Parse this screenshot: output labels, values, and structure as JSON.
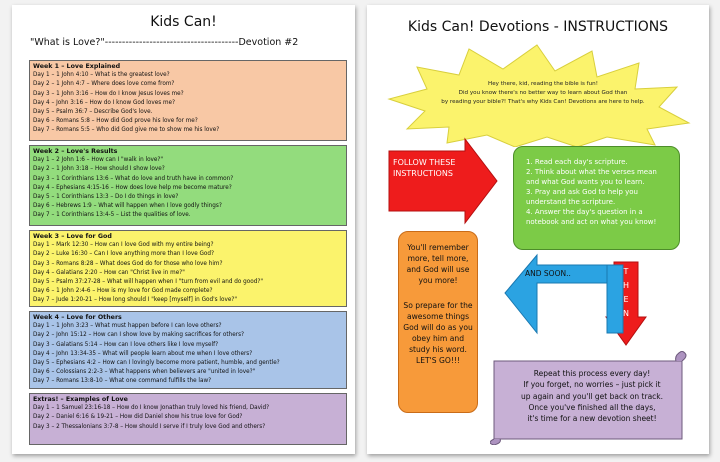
{
  "left": {
    "title": "Kids Can!",
    "subtitle": "\"What is Love?\"",
    "dashes": "---------------------------------------",
    "devotion": "Devotion #2",
    "weeks": [
      {
        "title": "Week 1 – Love Explained",
        "days": [
          "Day 1 – 1 John 4:10 – What is the greatest love?",
          "Day 2 – 1 John 4:7 – Where does love come from?",
          "Day 3 – 1 John 3:16 – How do I know Jesus loves me?",
          "Day 4 – John 3:16 – How do I know God loves me?",
          "Day 5 – Psalm 36:7 – Describe God's love.",
          "Day 6 – Romans 5:8 – How did God prove his love for me?",
          "Day 7 – Romans 5:5 – Who did God give me to show me his love?"
        ]
      },
      {
        "title": "Week 2 – Love's Results",
        "days": [
          "Day 1 – 2 John 1:6 – How can I \"walk in love?\"",
          "Day 2 – 1 John 3:18 – How should I show love?",
          "Day 3 – 1 Corinthians 13:6 – What do love and truth have in common?",
          "Day 4 – Ephesians 4:15-16 – How does love help me become mature?",
          "Day 5 – 1 Corinthians 13:3 – Do I do things in love?",
          "Day 6 – Hebrews 1:9 – What will happen when I love godly things?",
          "Day 7 – 1 Corinthians 13:4-5 – List the qualities of love."
        ]
      },
      {
        "title": "Week 3 – Love for God",
        "days": [
          "Day 1 – Mark 12:30 – How can I love God with my entire being?",
          "Day 2 – Luke 16:30 – Can I love anything more than I love God?",
          "Day 3 – Romans 8:28 – What does God do for those who love him?",
          "Day 4 – Galatians 2:20 – How can \"Christ live in me?\"",
          "Day 5 – Psalm 37:27-28 – What will happen when I \"turn from evil and do good?\"",
          "Day 6 – 1 John 2:4-6 – How is my love for God made complete?",
          "Day 7 – Jude 1:20-21 – How long should I \"keep [myself] in God's love?\""
        ]
      },
      {
        "title": "Week 4 – Love for Others",
        "days": [
          "Day 1 – 1 John 3:23 – What must happen before I can love others?",
          "Day 2 – John 15:12 – How can I show love by making sacrifices for others?",
          "Day 3 – Galatians 5:14 – How can I love others like I love myself?",
          "Day 4 – John 13:34-35 – What will people learn about me when I love others?",
          "Day 5 – Ephesians 4:2 – How can I lovingly become more patient, humble, and gentle?",
          "Day 6 – Colossians 2:2-3 – What happens when believers are \"united in love?\"",
          "Day 7 – Romans 13:8-10 – What one command fulfills the law?"
        ]
      },
      {
        "title": "Extras! – Examples of Love",
        "days": [
          "Day 1 – 1 Samuel 23:16-18 – How do I know Jonathan truly loved his friend, David?",
          "Day 2 – Daniel 6:16 & 19-21 – How did Daniel show his true love for God?",
          "Day 3 – 2 Thessalonians 3:7-8 – How should I serve if I truly love God and others?"
        ]
      }
    ]
  },
  "right": {
    "title": "Kids Can! Devotions - INSTRUCTIONS",
    "burst_lines": [
      "Hey there, kid, reading the bible is fun!",
      "Did you know there's no better way to learn about God than",
      "by reading your bible?! That's why Kids Can! Devotions are here to help."
    ],
    "follow_text": "FOLLOW THESE INSTRUCTIONS",
    "steps": [
      "1. Read each day's scripture.",
      "2. Think about what the verses mean and what God wants you to learn.",
      "3. Pray and ask God to help you understand the scripture.",
      "4. Answer the day's question in a notebook and act on what you know!"
    ],
    "then_letters": [
      "T",
      "H",
      "E",
      "N"
    ],
    "orange_p1": "You'll remember more, tell more, and God will use you more!",
    "orange_p2": "So prepare for the awesome things God will do as you obey him and study his word.",
    "orange_p3": "LET'S GO!!!",
    "soon_text": "AND SOON..",
    "scroll_lines": [
      "Repeat this process every day!",
      "If you forget, no worries – just pick it",
      "up again and you'll get back on track.",
      "Once you've finished all the days,",
      "it's time for a new devotion sheet!"
    ],
    "colors": {
      "burst": "#fbf36c",
      "red_arrow": "#ee1c1c",
      "green_box": "#7ccb47",
      "orange_box": "#f79a3a",
      "blue_arrow": "#2ba3e2",
      "scroll": "#c7b0d5"
    }
  }
}
